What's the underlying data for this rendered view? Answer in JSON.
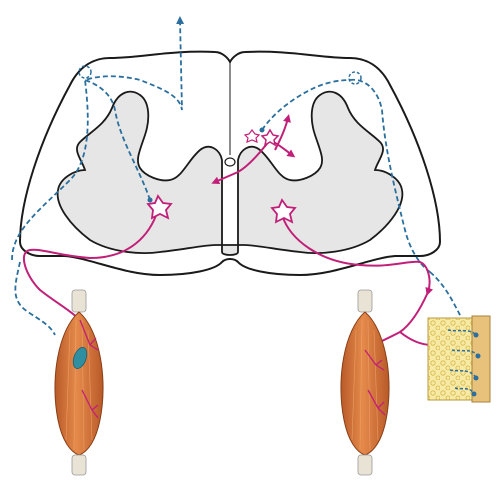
{
  "colors": {
    "outline": "#1a1a1a",
    "grey_matter": "#e6e6e6",
    "white_matter": "#ffffff",
    "sensory_pathway": "#2a6f9e",
    "motor_pathway": "#c21f78",
    "muscle": "#d4743a",
    "muscle_highlight": "#f0a770",
    "tendon": "#e9e3d6",
    "skin": "#e8c27a",
    "fat": "#f4e69a"
  },
  "icons": [
    "spinal-cord-cross-section",
    "skeletal-muscle",
    "skin-tissue-block"
  ]
}
